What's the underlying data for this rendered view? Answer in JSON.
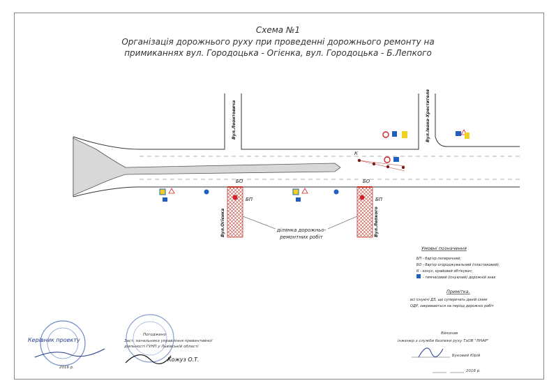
{
  "title": {
    "line1": "Схема №1",
    "line2": "Організація дорожнього руху при проведенні дорожнього ремонту на",
    "line3": "примиканнях вул. Городоцька - Огієнка, вул. Городоцька - Б.Лепкого"
  },
  "streets": {
    "leontovycha": "Вул.Леонтовича",
    "ivana_khrestytelia": "Вул.Івана-Хрестителя",
    "ohiienka": "Вул.Огієнка",
    "lepkoho": "Вул.Лепкого"
  },
  "markers": {
    "bo": "БО",
    "bp": "БП",
    "k": "К"
  },
  "repair_zone_label": {
    "line1": "ділянка дорожньо-",
    "line2": "ремонтних робіт"
  },
  "legend": {
    "title": "Умовні позначення",
    "items": [
      "БП - бар'єр поперечний;",
      "БО - бар'єр огороджувальний (пластиковий);",
      "К - конус, крайовий обтікувач;",
      "- тимчасовий (існуючий) дорожній знак"
    ]
  },
  "note": {
    "title": "Примітка.",
    "line1": "всі існуючі ДЗ, що суперечать даній схемі",
    "line2": "ОДР, закриваються на період дорожніх робіт"
  },
  "footer_left": {
    "label": "Керівник проекту",
    "year": "2016 р."
  },
  "footer_mid": {
    "line1": "Погоджено",
    "line2": "Заст. начальника управління превентивної",
    "line3": "діяльності ГУНП у Львівській області",
    "signature": "Кожуз О.Т."
  },
  "footer_right": {
    "line1": "Виконав",
    "line2": "інженер з служби безпеки руху ТзОВ \"ЛНАР\"",
    "name": "Буковий Юрій",
    "year": "2016 р."
  },
  "colors": {
    "road_line": "#333333",
    "hatch": "#c0392b",
    "sign_blue": "#1f5fbf",
    "sign_yellow": "#f0d020",
    "sign_red": "#d0202a",
    "stamp_blue": "#3a5fb0"
  }
}
